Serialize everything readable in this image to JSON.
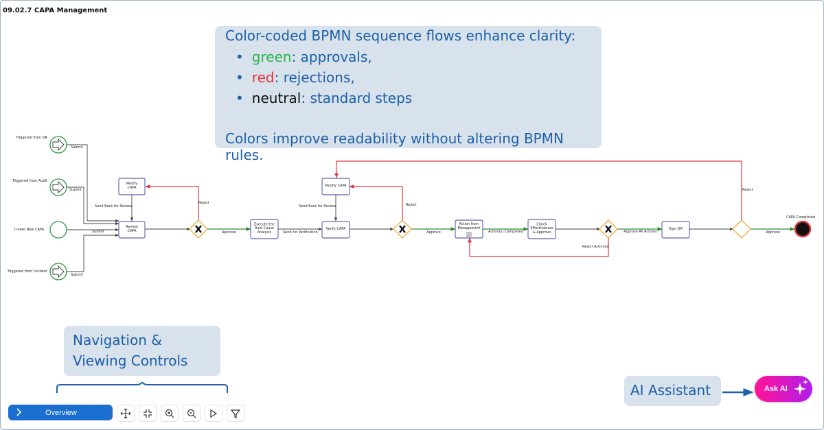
{
  "header": {
    "title": "09.02.7 CAPA Management"
  },
  "diagram": {
    "events": {
      "triggered_qr": "Triggered from QR",
      "triggered_audit": "Triggered from Audit",
      "create_new": "Create New CAPA",
      "triggered_incident": "Triggered from Incident",
      "end": "CAPA Completed"
    },
    "tasks": {
      "modify_capa_1": "Modify\nCAPA",
      "review_capa": "Review\nCAPA",
      "execute_rca": "Execute the\nRoot Cause\nAnalysis",
      "modify_capa_2": "Modify CAPA",
      "verify_capa": "Verify CAPA",
      "action_item_mgmt": "Action Item\nManagement",
      "check_effectiveness": "Check\nEffectiveness\n& Approve",
      "sign_off": "Sign Off"
    },
    "flow_labels": {
      "submit": "Submit",
      "send_back_for_review": "Send Back for Review",
      "reject": "Reject",
      "approve": "Approve",
      "send_for_verification": "Send for Verification",
      "actions_completed": "Action(s) Completed",
      "approve_all_actions": "Approve All Actions",
      "reject_actions": "Reject Action(s)"
    },
    "colors": {
      "approve": "#2e8b2e",
      "reject": "#e0393e",
      "neutral": "#444444"
    }
  },
  "callouts": {
    "bpmn": {
      "heading": "Color-coded BPMN sequence flows enhance clarity:",
      "items": [
        {
          "term": "green",
          "rest": ": approvals,",
          "color": "#2bb34a"
        },
        {
          "term": "red",
          "rest": ": rejections,",
          "color": "#e8343c"
        },
        {
          "term": "neutral",
          "rest": ": standard steps",
          "color": "#111111"
        }
      ],
      "note": "Colors improve readability without altering BPMN rules."
    },
    "navigation": {
      "line1": "Navigation &",
      "line2": "Viewing Controls"
    },
    "assistant": {
      "label": "AI Assistant"
    }
  },
  "ask_ai": {
    "label": "Ask AI"
  },
  "toolbar": {
    "overview_label": "Overview",
    "tools": [
      "pan-icon",
      "fit-view-icon",
      "zoom-in-icon",
      "zoom-out-icon",
      "play-icon",
      "filter-icon"
    ]
  }
}
